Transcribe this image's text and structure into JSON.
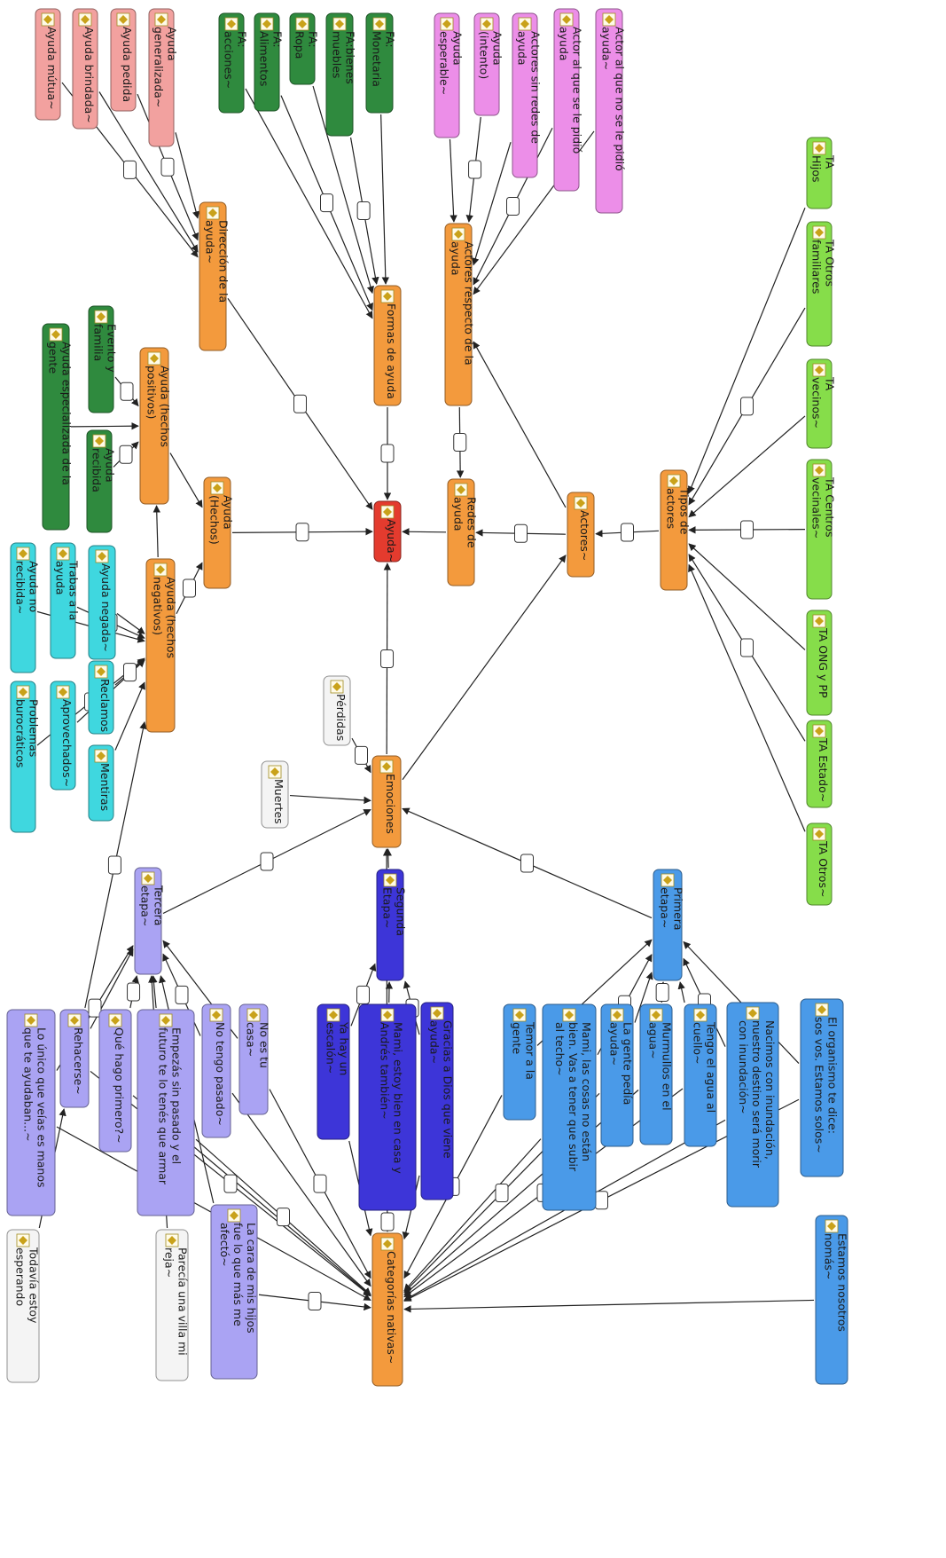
{
  "diagram": {
    "nodes": [
      {
        "id": "ayuda",
        "label": "Ayuda~",
        "color": "#e43b2e"
      },
      {
        "id": "redes",
        "label": "Redes de ayuda",
        "color": "#f39a3d"
      },
      {
        "id": "actores",
        "label": "Actores~",
        "color": "#f39a3d"
      },
      {
        "id": "tipos",
        "label": "Tipos de actores",
        "color": "#f39a3d"
      },
      {
        "id": "actores_resp",
        "label": "Actores respecto de la ayuda",
        "color": "#f39a3d"
      },
      {
        "id": "formas",
        "label": "Formas de ayuda",
        "color": "#f39a3d"
      },
      {
        "id": "direccion",
        "label": "Dirección de la ayuda~",
        "color": "#f39a3d"
      },
      {
        "id": "hechos",
        "label": "Ayuda (Hechos)",
        "color": "#f39a3d"
      },
      {
        "id": "positivos",
        "label": "Ayuda (hechos positivos)",
        "color": "#f39a3d"
      },
      {
        "id": "negativos",
        "label": "Ayuda (hechos negativos)",
        "color": "#f39a3d"
      },
      {
        "id": "emociones",
        "label": "Emociones",
        "color": "#f39a3d"
      },
      {
        "id": "categorias",
        "label": "Categorías nativas~",
        "color": "#f39a3d"
      },
      {
        "id": "ayuda_mutua",
        "label": "Ayuda mútua~",
        "color": "#f2a19f"
      },
      {
        "id": "ayuda_brindada",
        "label": "Ayuda brindada~",
        "color": "#f2a19f"
      },
      {
        "id": "ayuda_pedida",
        "label": "Ayuda pedida",
        "color": "#f2a19f"
      },
      {
        "id": "ayuda_generalizada",
        "label": "Ayuda generalizada~",
        "color": "#f2a19f"
      },
      {
        "id": "fa_acciones",
        "label": "FA: acciones~",
        "color": "#2f8a3e"
      },
      {
        "id": "fa_alimentos",
        "label": "FA: Alimentos",
        "color": "#2f8a3e"
      },
      {
        "id": "fa_ropa",
        "label": "FA: Ropa",
        "color": "#2f8a3e"
      },
      {
        "id": "fa_bienes",
        "label": "FA:bienes muebles",
        "color": "#2f8a3e"
      },
      {
        "id": "fa_monetaria",
        "label": "FA: Monetaria",
        "color": "#2f8a3e"
      },
      {
        "id": "ayuda_esperable",
        "label": "Ayuda esperable~",
        "color": "#ec8ee8"
      },
      {
        "id": "ayuda_intento",
        "label": "Ayuda (intento)",
        "color": "#ec8ee8"
      },
      {
        "id": "actores_sin_redes",
        "label": "Actores sin redes de ayuda",
        "color": "#ec8ee8"
      },
      {
        "id": "actor_pidio",
        "label": "Actor al que se le pidió ayuda",
        "color": "#ec8ee8"
      },
      {
        "id": "actor_no_pidio",
        "label": "Actor al que no se le pidió ayuda~",
        "color": "#ec8ee8"
      },
      {
        "id": "ta_hijos",
        "label": "TA Hijos",
        "color": "#86dd4a"
      },
      {
        "id": "ta_otros_fam",
        "label": "TA Otros familiares",
        "color": "#86dd4a"
      },
      {
        "id": "ta_vecinos",
        "label": "TA vecinos~",
        "color": "#86dd4a"
      },
      {
        "id": "ta_centros",
        "label": "TA Centros vecinales~",
        "color": "#86dd4a"
      },
      {
        "id": "ta_ong",
        "label": "TA ONG y PP",
        "color": "#86dd4a"
      },
      {
        "id": "ta_estado",
        "label": "TA Estado~",
        "color": "#86dd4a"
      },
      {
        "id": "ta_otros",
        "label": "TA Otros~",
        "color": "#86dd4a"
      },
      {
        "id": "evento",
        "label": "Evento y familia",
        "color": "#2f8a3e"
      },
      {
        "id": "especializada",
        "label": "Ayuda especializada de la gente",
        "color": "#2f8a3e"
      },
      {
        "id": "recibida",
        "label": "Ayuda recibida",
        "color": "#2f8a3e"
      },
      {
        "id": "negada",
        "label": "Ayuda negada~",
        "color": "#3fd7df"
      },
      {
        "id": "trabas",
        "label": "Trabas a la ayuda",
        "color": "#3fd7df"
      },
      {
        "id": "no_recibida",
        "label": "Ayuda no recibida~",
        "color": "#3fd7df"
      },
      {
        "id": "reclamos",
        "label": "Reclamos",
        "color": "#3fd7df"
      },
      {
        "id": "aprovechados",
        "label": "Aprovechados~",
        "color": "#3fd7df"
      },
      {
        "id": "problemas",
        "label": "Problemas burocráticos",
        "color": "#3fd7df"
      },
      {
        "id": "mentiras",
        "label": "Mentiras",
        "color": "#3fd7df"
      },
      {
        "id": "perdidas",
        "label": "Pérdidas",
        "color": "#f4f4f4"
      },
      {
        "id": "muertes",
        "label": "Muertes",
        "color": "#f4f4f4"
      },
      {
        "id": "tercera",
        "label": "Tercera etapa~",
        "color": "#aaa3f3"
      },
      {
        "id": "segunda",
        "label": "Segunda Etapa~",
        "color": "#3d35d8"
      },
      {
        "id": "primera",
        "label": "Primera etapa~",
        "color": "#4a9ae8"
      },
      {
        "id": "el_organismo",
        "label": "El organismo te dice: sos vos. Estamos solos~",
        "color": "#4a9ae8"
      },
      {
        "id": "nacimos",
        "label": "Nacimos con inundación, nuestro destino será morir con inundación~",
        "color": "#4a9ae8"
      },
      {
        "id": "tengo_agua",
        "label": "Tengo el agua al cuello~",
        "color": "#4a9ae8"
      },
      {
        "id": "murmullos",
        "label": "Murmullos en el agua~",
        "color": "#4a9ae8"
      },
      {
        "id": "gente_pedia",
        "label": "La gente pedía ayuda~",
        "color": "#4a9ae8"
      },
      {
        "id": "mami_cosas",
        "label": "Mami, las cosas no están bien. Vas a tener que subir al techo~",
        "color": "#4a9ae8"
      },
      {
        "id": "temor",
        "label": "Temor a la gente",
        "color": "#4a9ae8"
      },
      {
        "id": "estamos_nosotros",
        "label": "Estamos nosotros nomás~",
        "color": "#4a9ae8"
      },
      {
        "id": "gracias_dios",
        "label": "Gracias a Dios que viene ayuda~",
        "color": "#3d35d8"
      },
      {
        "id": "mami_estoy",
        "label": "Mami, estoy bien en casa y Andrés también~",
        "color": "#3d35d8"
      },
      {
        "id": "ya_hay",
        "label": "Ya hay un escalón~",
        "color": "#3d35d8"
      },
      {
        "id": "no_es_tu_casa",
        "label": "No es tu casa~",
        "color": "#aaa3f3"
      },
      {
        "id": "no_tengo_pasado",
        "label": "No tengo pasado~",
        "color": "#aaa3f3"
      },
      {
        "id": "empezas",
        "label": "Empezás sin pasado y el futuro te lo tenés que armar",
        "color": "#aaa3f3"
      },
      {
        "id": "que_hago",
        "label": "Qué hago primero?~",
        "color": "#aaa3f3"
      },
      {
        "id": "rehacerse",
        "label": "Rehacerse~",
        "color": "#aaa3f3"
      },
      {
        "id": "lo_unico",
        "label": "Lo único que veías es manos que te ayudaban...~",
        "color": "#aaa3f3"
      },
      {
        "id": "la_cara",
        "label": "La cara de mis hijos fue lo que más me afectó~",
        "color": "#aaa3f3"
      },
      {
        "id": "parecia",
        "label": "Parecía una villa mi reja~",
        "color": "#f4f4f4"
      },
      {
        "id": "todavia",
        "label": "Todavía estoy esperando",
        "color": "#f4f4f4"
      }
    ]
  }
}
